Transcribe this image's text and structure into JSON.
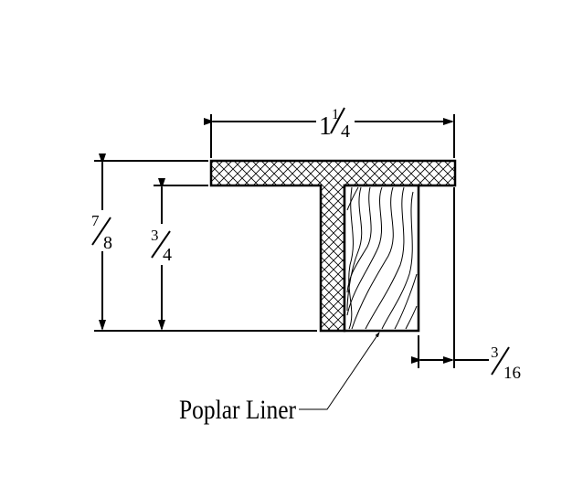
{
  "title": "Poplar liner section detail",
  "dimensions": {
    "width_whole": "1",
    "width_num": "1",
    "width_den": "4",
    "overall_height_num": "7",
    "overall_height_den": "8",
    "inner_height_num": "3",
    "inner_height_den": "4",
    "reveal_num": "3",
    "reveal_den": "16"
  },
  "callout": {
    "label": "Poplar Liner"
  },
  "colors": {
    "ink": "#000000",
    "background": "#ffffff"
  }
}
